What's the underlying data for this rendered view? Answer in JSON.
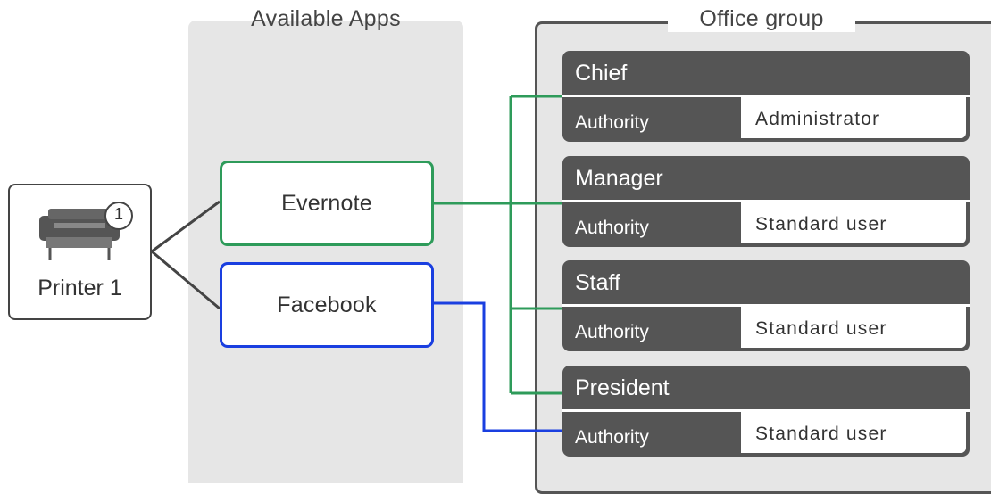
{
  "available_apps": {
    "title": "Available Apps",
    "apps": [
      {
        "label": "Evernote",
        "color": "#2e9b5a"
      },
      {
        "label": "Facebook",
        "color": "#1a3fe0"
      }
    ]
  },
  "printer": {
    "label": "Printer 1",
    "badge": "1",
    "icon": "printer-icon"
  },
  "office_group": {
    "title": "Office group",
    "members": [
      {
        "name": "Chief",
        "authority_label": "Authority",
        "authority_value": "Administrator"
      },
      {
        "name": "Manager",
        "authority_label": "Authority",
        "authority_value": "Standard user"
      },
      {
        "name": "Staff",
        "authority_label": "Authority",
        "authority_value": "Standard user"
      },
      {
        "name": "President",
        "authority_label": "Authority",
        "authority_value": "Standard user"
      }
    ]
  },
  "colors": {
    "evernote_link": "#2e9b5a",
    "facebook_link": "#1a3fe0",
    "printer_link": "#444444",
    "card_bg": "#555555",
    "panel_bg": "#e6e6e6"
  }
}
